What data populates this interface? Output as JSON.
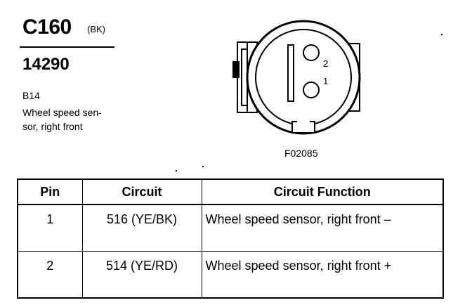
{
  "header": {
    "connector_id": "C160",
    "color_code": "(BK)",
    "part_number": "14290"
  },
  "component": {
    "id": "B14",
    "description_lines": [
      "Wheel speed sen-",
      "sor, right front"
    ]
  },
  "figure": {
    "code": "F02085",
    "pin_labels": [
      "2",
      "1"
    ]
  },
  "table": {
    "headers": [
      "Pin",
      "Circuit",
      "Circuit Function"
    ],
    "rows": [
      {
        "pin": "1",
        "circuit": "516 (YE/BK)",
        "function": "Wheel speed sensor, right front –"
      },
      {
        "pin": "2",
        "circuit": "514 (YE/RD)",
        "function": "Wheel speed sensor, right front +"
      }
    ]
  }
}
